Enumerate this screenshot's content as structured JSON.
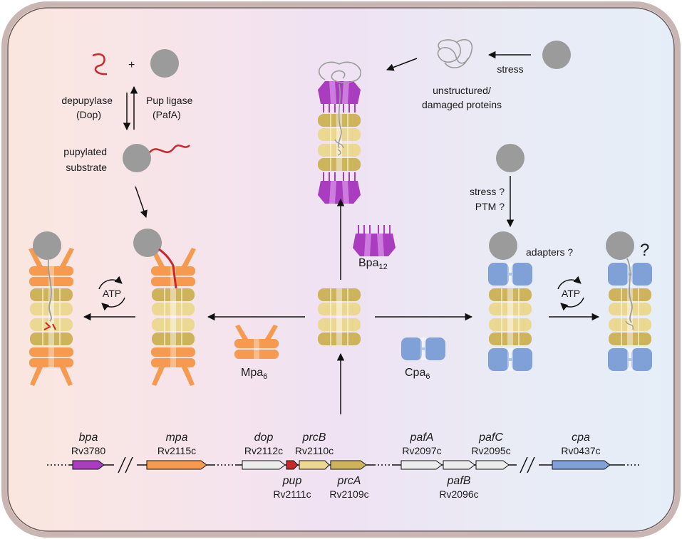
{
  "labels": {
    "plus": "+",
    "depupylase": "depupylase",
    "dop_paren": "(Dop)",
    "pup_ligase": "Pup ligase",
    "pafa_paren": "(PafA)",
    "pupylated": "pupylated",
    "substrate": "substrate",
    "stress": "stress",
    "unstructured": "unstructured/",
    "damaged": "damaged proteins",
    "stress_q": "stress ?",
    "ptm_q": "PTM ?",
    "adapters_q": "adapters ?",
    "question": "?",
    "atp": "ATP"
  },
  "complexes": {
    "bpa": {
      "name": "Bpa",
      "sub": "12"
    },
    "mpa": {
      "name": "Mpa",
      "sub": "6"
    },
    "cpa": {
      "name": "Cpa",
      "sub": "6"
    }
  },
  "genes": [
    {
      "name": "bpa",
      "rv": "Rv3780"
    },
    {
      "name": "mpa",
      "rv": "Rv2115c"
    },
    {
      "name": "dop",
      "rv": "Rv2112c"
    },
    {
      "name": "prcB",
      "rv": "Rv2110c"
    },
    {
      "name": "pup",
      "rv": "Rv2111c"
    },
    {
      "name": "prcA",
      "rv": "Rv2109c"
    },
    {
      "name": "pafA",
      "rv": "Rv2097c"
    },
    {
      "name": "pafC",
      "rv": "Rv2095c"
    },
    {
      "name": "pafB",
      "rv": "Rv2096c"
    },
    {
      "name": "cpa",
      "rv": "Rv0437c"
    }
  ],
  "colors": {
    "bpa": "#a93cbf",
    "mpa": "#f59a4e",
    "cpa": "#7fa1d8",
    "core_dark": "#cdb45a",
    "core_light": "#ebd993",
    "pup": "#c8282a",
    "substrate": "#9b9b9b"
  }
}
